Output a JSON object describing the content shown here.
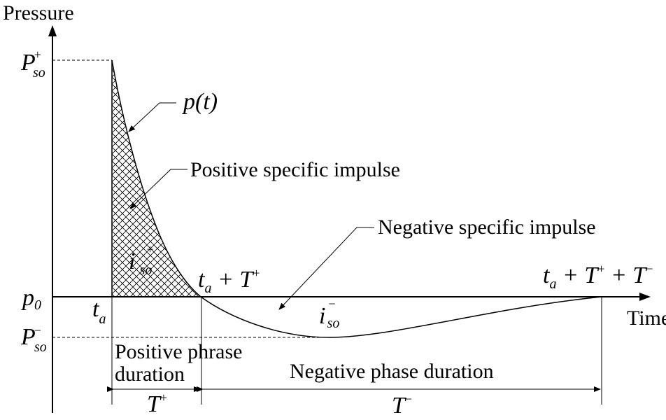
{
  "axes": {
    "y_label": "Pressure",
    "x_label": "Time"
  },
  "y_ticks": {
    "p_pos_main": "P",
    "p_pos_sup": "+",
    "p_pos_sub": "so",
    "p0_main": "p",
    "p0_sub": "0",
    "p_neg_main": "P",
    "p_neg_sup": "−",
    "p_neg_sub": "so"
  },
  "time_marks": {
    "ta_main": "t",
    "ta_sub": "a",
    "t_pos_main": "t",
    "t_pos_sub": "a",
    "t_pos_rest": " + T",
    "t_pos_sup": "+",
    "t_end_main": "t",
    "t_end_sub": "a",
    "t_end_rest": " + T",
    "t_end_sup1": "+",
    "t_end_mid": " + T",
    "t_end_sup2": "−"
  },
  "annotations": {
    "curve_label": "p(t)",
    "positive_impulse": "Positive specific impulse",
    "negative_impulse": "Negative specific impulse",
    "i_pos_main": "i",
    "i_pos_sup": "+",
    "i_pos_sub": "so",
    "i_neg_main": "i",
    "i_neg_sup": "−",
    "i_neg_sub": "so"
  },
  "durations": {
    "positive_line1": "Positive phrase",
    "positive_line2": "duration",
    "negative": "Negative phase duration",
    "T_pos_main": "T",
    "T_pos_sup": "+",
    "T_neg_main": "T",
    "T_neg_sup": "−"
  }
}
